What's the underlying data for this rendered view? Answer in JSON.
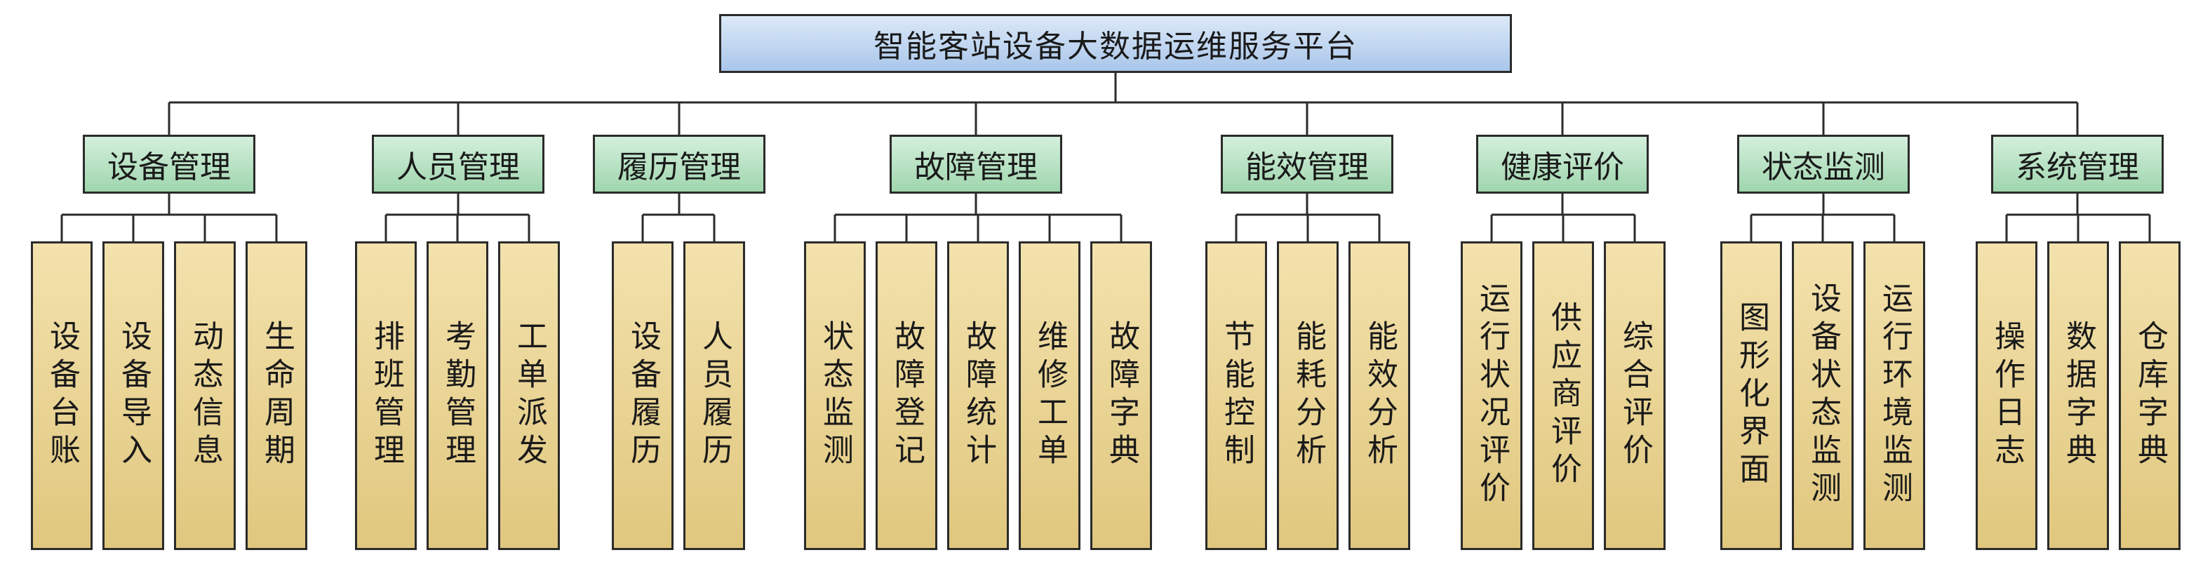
{
  "title": "智能客站设备大数据运维服务平台",
  "categories": [
    {
      "label": "设备管理",
      "items": [
        "设备台账",
        "设备导入",
        "动态信息",
        "生命周期"
      ]
    },
    {
      "label": "人员管理",
      "items": [
        "排班管理",
        "考勤管理",
        "工单派发"
      ]
    },
    {
      "label": "履历管理",
      "items": [
        "设备履历",
        "人员履历"
      ]
    },
    {
      "label": "故障管理",
      "items": [
        "状态监测",
        "故障登记",
        "故障统计",
        "维修工单",
        "故障字典"
      ]
    },
    {
      "label": "能效管理",
      "items": [
        "节能控制",
        "能耗分析",
        "能效分析"
      ]
    },
    {
      "label": "健康评价",
      "items": [
        "运行状况评价",
        "供应商评价",
        "综合评价"
      ]
    },
    {
      "label": "状态监测",
      "items": [
        "图形化界面",
        "设备状态监测",
        "运行环境监测"
      ]
    },
    {
      "label": "系统管理",
      "items": [
        "操作日志",
        "数据字典",
        "仓库字典"
      ]
    }
  ]
}
